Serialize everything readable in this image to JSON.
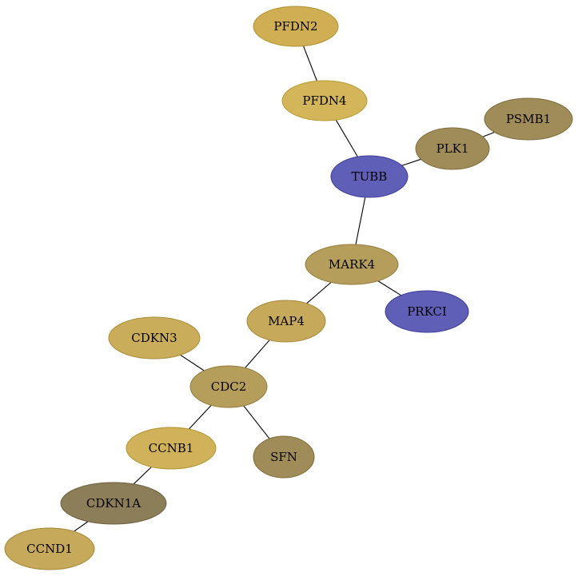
{
  "nodes": [
    {
      "id": "PFDN2",
      "label": "PFDN2",
      "fill": "#cfae54",
      "stroke": "#b3932f"
    },
    {
      "id": "PFDN4",
      "label": "PFDN4",
      "fill": "#d3b55a",
      "stroke": "#b99a33"
    },
    {
      "id": "PSMB1",
      "label": "PSMB1",
      "fill": "#a08c58",
      "stroke": "#7e6d3c"
    },
    {
      "id": "PLK1",
      "label": "PLK1",
      "fill": "#a08c58",
      "stroke": "#7e6d3c"
    },
    {
      "id": "TUBB",
      "label": "TUBB",
      "fill": "#5f5fb7",
      "stroke": "#3d3d9a"
    },
    {
      "id": "MARK4",
      "label": "MARK4",
      "fill": "#b59e5c",
      "stroke": "#927d3c"
    },
    {
      "id": "PRKCI",
      "label": "PRKCI",
      "fill": "#5f5fb7",
      "stroke": "#3d3d9a"
    },
    {
      "id": "MAP4",
      "label": "MAP4",
      "fill": "#c6a95a",
      "stroke": "#a8893a"
    },
    {
      "id": "CDKN3",
      "label": "CDKN3",
      "fill": "#c9ad5a",
      "stroke": "#ab8e38"
    },
    {
      "id": "CDC2",
      "label": "CDC2",
      "fill": "#b59e5c",
      "stroke": "#927d3c"
    },
    {
      "id": "SFN",
      "label": "SFN",
      "fill": "#a08c58",
      "stroke": "#7e6d3c"
    },
    {
      "id": "CCNB1",
      "label": "CCNB1",
      "fill": "#d0b25a",
      "stroke": "#b59530"
    },
    {
      "id": "CDKN1A",
      "label": "CDKN1A",
      "fill": "#8d7e5a",
      "stroke": "#6d5f3d"
    },
    {
      "id": "CCND1",
      "label": "CCND1",
      "fill": "#c6a95a",
      "stroke": "#a8893a"
    }
  ],
  "edges": [
    {
      "source": "PFDN2",
      "target": "PFDN4"
    },
    {
      "source": "PFDN4",
      "target": "TUBB"
    },
    {
      "source": "PSMB1",
      "target": "PLK1"
    },
    {
      "source": "PLK1",
      "target": "TUBB"
    },
    {
      "source": "TUBB",
      "target": "MARK4"
    },
    {
      "source": "MARK4",
      "target": "PRKCI"
    },
    {
      "source": "MARK4",
      "target": "MAP4"
    },
    {
      "source": "MAP4",
      "target": "CDC2"
    },
    {
      "source": "CDKN3",
      "target": "CDC2"
    },
    {
      "source": "CDC2",
      "target": "SFN"
    },
    {
      "source": "CDC2",
      "target": "CCNB1"
    },
    {
      "source": "CCNB1",
      "target": "CDKN1A"
    },
    {
      "source": "CDKN1A",
      "target": "CCND1"
    }
  ]
}
